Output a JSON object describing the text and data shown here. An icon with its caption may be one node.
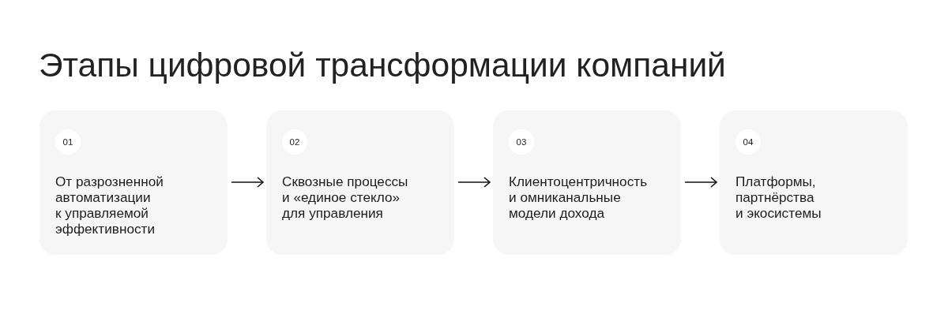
{
  "diagram": {
    "title": "Этапы цифровой трансформации компаний",
    "nodes": [
      {
        "text": [
          "От разрозненной автоматизации к управляемой эффективности"
        ]
      },
      {
        "text": [
          "01"
        ],
        "in": 0
      },
      {
        "text": [
          "Сквозные процессы и «единое стекло» для управления"
        ]
      },
      {
        "text": [
          "02"
        ],
        "in": 2
      },
      {
        "text": [
          "Клиентоцентричность и омниканальные модели дохода"
        ]
      },
      {
        "text": [
          "03"
        ],
        "in": 4
      },
      {
        "text": [
          "Платформы, партнёрства и экосистемы"
        ]
      },
      {
        "text": [
          "04"
        ],
        "in": 6
      }
    ],
    "edges": [
      {
        "from": 0,
        "to": 2,
        "arrow": "to"
      },
      {
        "from": 2,
        "to": 4,
        "arrow": "to"
      },
      {
        "from": 4,
        "to": 6,
        "arrow": "to"
      }
    ]
  }
}
